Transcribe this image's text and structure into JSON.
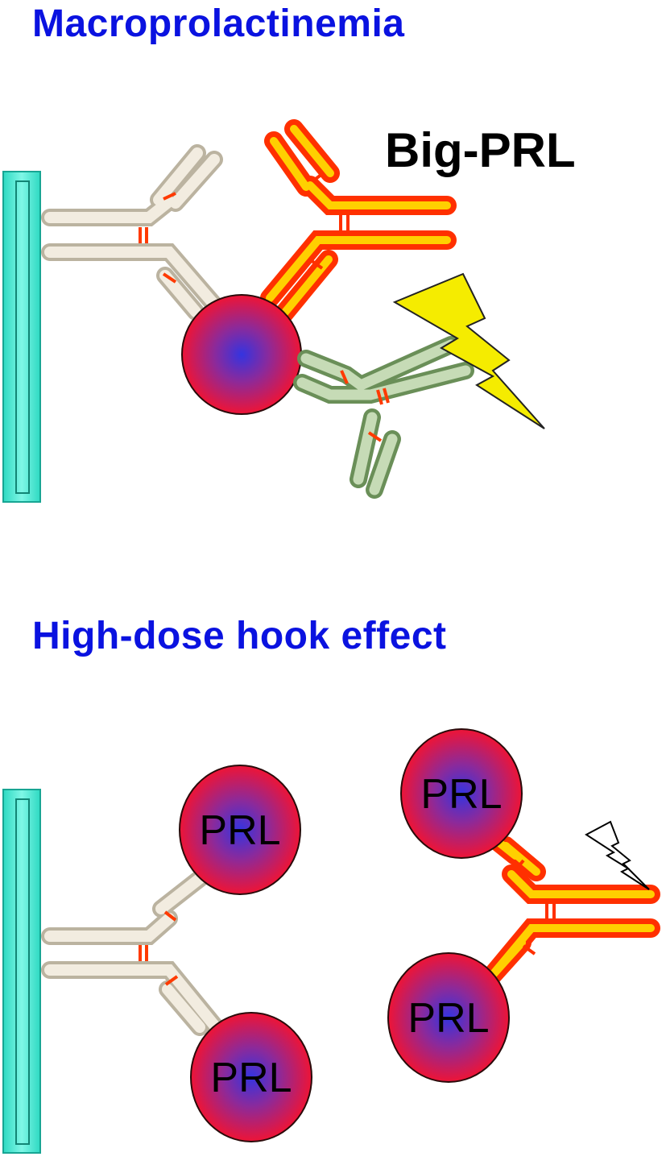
{
  "titles": {
    "top": "Macroprolactinemia",
    "bottom": "High-dose hook effect"
  },
  "labels": {
    "big_prl": "Big-PRL",
    "prl_1": "PRL",
    "prl_2": "PRL",
    "prl_3": "PRL",
    "prl_4": "PRL"
  },
  "colors": {
    "title": "#0a12e0",
    "solid_phase": "#3fe6cf",
    "capture_antibody": "#e8e0cc",
    "labeled_antibody": "#ff5a00",
    "detection_antibody": "#6f9a5c",
    "prolactin_outer": "#e8163a",
    "prolactin_inner": "#3a3ad8",
    "signal_bolt": "#f5ec00"
  }
}
